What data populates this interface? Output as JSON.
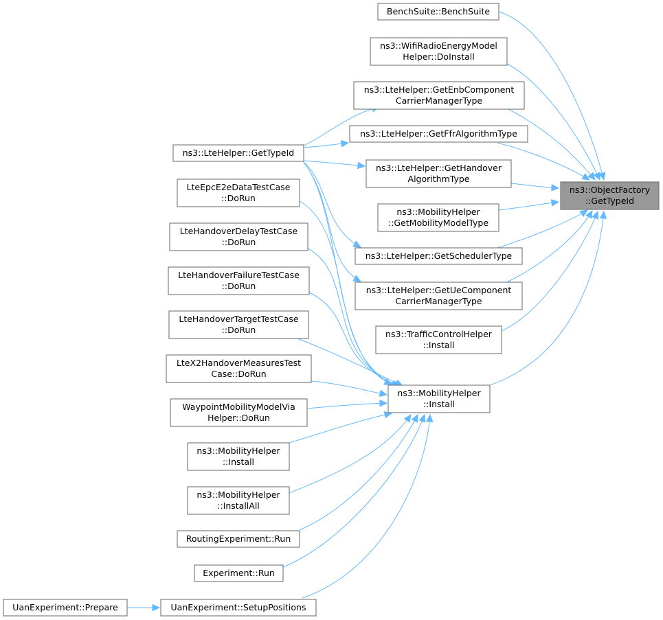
{
  "graph": {
    "accent_color": "#63b8ff",
    "focus_fill": "#999999",
    "nodes": [
      {
        "id": "focus",
        "lines": [
          "ns3::ObjectFactory",
          "::GetTypeId"
        ],
        "focus": true
      },
      {
        "id": "bench",
        "lines": [
          "BenchSuite::BenchSuite"
        ]
      },
      {
        "id": "wifiradio",
        "lines": [
          "ns3::WifiRadioEnergyModel",
          "Helper::DoInstall"
        ]
      },
      {
        "id": "enbcomp",
        "lines": [
          "ns3::LteHelper::GetEnbComponent",
          "CarrierManagerType"
        ]
      },
      {
        "id": "ffr",
        "lines": [
          "ns3::LteHelper::GetFfrAlgorithmType"
        ]
      },
      {
        "id": "handoveralg",
        "lines": [
          "ns3::LteHelper::GetHandover",
          "AlgorithmType"
        ]
      },
      {
        "id": "mobmodel",
        "lines": [
          "ns3::MobilityHelper",
          "::GetMobilityModelType"
        ]
      },
      {
        "id": "sched",
        "lines": [
          "ns3::LteHelper::GetSchedulerType"
        ]
      },
      {
        "id": "uecomp",
        "lines": [
          "ns3::LteHelper::GetUeComponent",
          "CarrierManagerType"
        ]
      },
      {
        "id": "tch",
        "lines": [
          "ns3::TrafficControlHelper",
          "::Install"
        ]
      },
      {
        "id": "mhinstall",
        "lines": [
          "ns3::MobilityHelper",
          "::Install"
        ]
      },
      {
        "id": "ltegettype",
        "lines": [
          "ns3::LteHelper::GetTypeId"
        ]
      },
      {
        "id": "epc",
        "lines": [
          "LteEpcE2eDataTestCase",
          "::DoRun"
        ]
      },
      {
        "id": "hodelay",
        "lines": [
          "LteHandoverDelayTestCase",
          "::DoRun"
        ]
      },
      {
        "id": "hofail",
        "lines": [
          "LteHandoverFailureTestCase",
          "::DoRun"
        ]
      },
      {
        "id": "hotarget",
        "lines": [
          "LteHandoverTargetTestCase",
          "::DoRun"
        ]
      },
      {
        "id": "x2",
        "lines": [
          "LteX2HandoverMeasuresTest",
          "Case::DoRun"
        ]
      },
      {
        "id": "waypoint",
        "lines": [
          "WaypointMobilityModelVia",
          "Helper::DoRun"
        ]
      },
      {
        "id": "mhinstall2",
        "lines": [
          "ns3::MobilityHelper",
          "::Install"
        ]
      },
      {
        "id": "mhinstallall",
        "lines": [
          "ns3::MobilityHelper",
          "::InstallAll"
        ]
      },
      {
        "id": "routing",
        "lines": [
          "RoutingExperiment::Run"
        ]
      },
      {
        "id": "exprun",
        "lines": [
          "Experiment::Run"
        ]
      },
      {
        "id": "uansetup",
        "lines": [
          "UanExperiment::SetupPositions"
        ]
      },
      {
        "id": "uanprep",
        "lines": [
          "UanExperiment::Prepare"
        ]
      }
    ],
    "edges": [
      {
        "from": "bench",
        "to": "focus"
      },
      {
        "from": "wifiradio",
        "to": "focus"
      },
      {
        "from": "enbcomp",
        "to": "focus"
      },
      {
        "from": "ffr",
        "to": "focus"
      },
      {
        "from": "handoveralg",
        "to": "focus"
      },
      {
        "from": "mobmodel",
        "to": "focus"
      },
      {
        "from": "sched",
        "to": "focus"
      },
      {
        "from": "uecomp",
        "to": "focus"
      },
      {
        "from": "tch",
        "to": "focus"
      },
      {
        "from": "mhinstall",
        "to": "focus"
      },
      {
        "from": "ltegettype",
        "to": "enbcomp"
      },
      {
        "from": "ltegettype",
        "to": "ffr"
      },
      {
        "from": "ltegettype",
        "to": "handoveralg"
      },
      {
        "from": "ltegettype",
        "to": "sched"
      },
      {
        "from": "ltegettype",
        "to": "uecomp"
      },
      {
        "from": "ltegettype",
        "to": "mhinstall"
      },
      {
        "from": "epc",
        "to": "mhinstall"
      },
      {
        "from": "hodelay",
        "to": "mhinstall"
      },
      {
        "from": "hofail",
        "to": "mhinstall"
      },
      {
        "from": "hotarget",
        "to": "mhinstall"
      },
      {
        "from": "x2",
        "to": "mhinstall"
      },
      {
        "from": "waypoint",
        "to": "mhinstall"
      },
      {
        "from": "mhinstall2",
        "to": "mhinstall"
      },
      {
        "from": "mhinstallall",
        "to": "mhinstall"
      },
      {
        "from": "routing",
        "to": "mhinstall"
      },
      {
        "from": "exprun",
        "to": "mhinstall"
      },
      {
        "from": "uansetup",
        "to": "mhinstall"
      },
      {
        "from": "uanprep",
        "to": "uansetup"
      }
    ]
  }
}
